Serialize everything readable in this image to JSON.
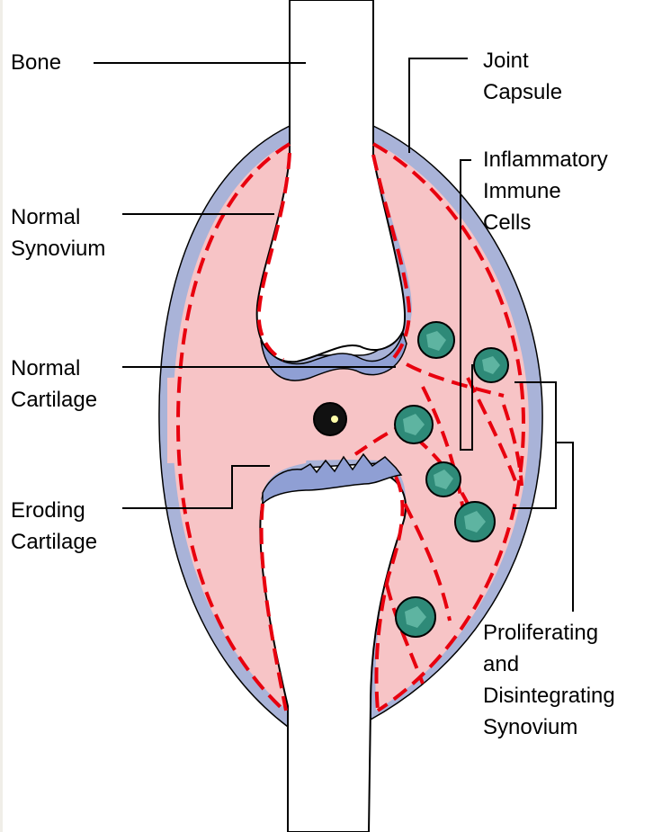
{
  "colors": {
    "background_left_strip": "#f0eee8",
    "panel": "#ffffff",
    "synovium_fill": "#f7c4c6",
    "capsule_blue": "#a9b3d8",
    "cartilage_blue": "#8f9fd4",
    "dash_red": "#e8000e",
    "immune_cell": "#2e8a78",
    "outline": "#000000"
  },
  "labels": {
    "bone": "Bone",
    "joint_capsule": [
      "Joint",
      "Capsule"
    ],
    "normal_synovium": [
      "Normal",
      "Synovium"
    ],
    "inflammatory_cells": [
      "Inflammatory",
      "Immune",
      "Cells"
    ],
    "normal_cartilage": [
      "Normal",
      "Cartilage"
    ],
    "eroding_cartilage": [
      "Eroding",
      "Cartilage"
    ],
    "proliferating_synovium": [
      "Proliferating",
      "and",
      "Disintegrating",
      "Synovium"
    ]
  },
  "icons": {
    "immune_cell": "immune-cell-icon",
    "dark_cell": "dark-cell-icon"
  }
}
